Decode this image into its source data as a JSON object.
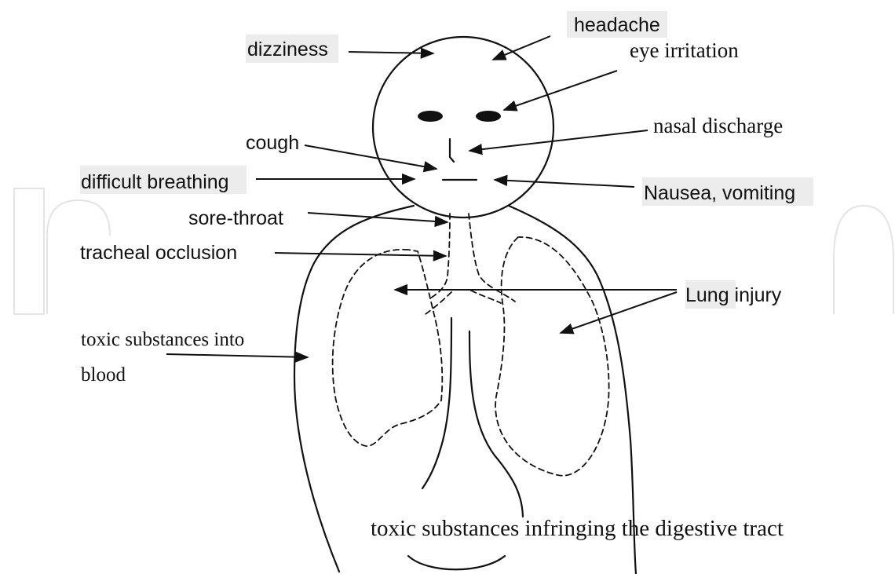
{
  "labels": {
    "headache": "headache",
    "dizziness": "dizziness",
    "eye_irritation": "eye irritation",
    "nasal_discharge": "nasal discharge",
    "cough": "cough",
    "difficult_breathing": "difficult breathing",
    "nausea_vomiting": "Nausea, vomiting",
    "sore_throat": "sore-throat",
    "tracheal_occlusion": "tracheal occlusion",
    "lung_injury": "Lung injury",
    "toxic_blood_line1": "toxic  substances into",
    "toxic_blood_line2": "blood",
    "digestive_tract": "toxic substances infringing the digestive tract"
  },
  "colors": {
    "ink": "#111111",
    "label_highlight": "#ececec",
    "watermark": "#e4e4e4"
  }
}
